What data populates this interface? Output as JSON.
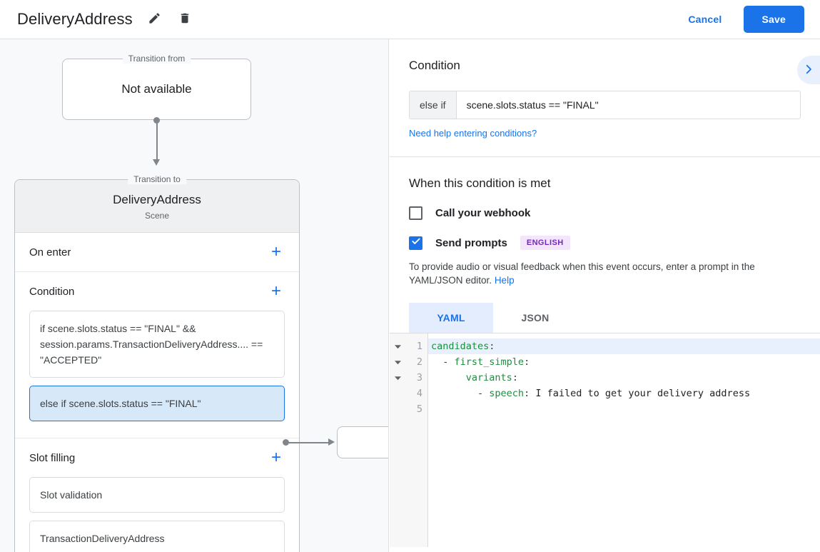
{
  "topbar": {
    "title": "DeliveryAddress",
    "edit_icon": "pencil-icon",
    "delete_icon": "trash-icon",
    "cancel_label": "Cancel",
    "save_label": "Save",
    "accent_color": "#1a73e8"
  },
  "canvas": {
    "transition_from": {
      "legend": "Transition from",
      "value": "Not available"
    },
    "transition_to": {
      "legend": "Transition to",
      "name": "DeliveryAddress",
      "subtitle": "Scene"
    },
    "sections": [
      {
        "title": "On enter",
        "add_label": "+",
        "items": []
      },
      {
        "title": "Condition",
        "add_label": "+",
        "items": [
          {
            "text": "if scene.slots.status == \"FINAL\" && session.params.TransactionDeliveryAddress.... == \"ACCEPTED\"",
            "selected": false
          },
          {
            "text": "else if scene.slots.status == \"FINAL\"",
            "selected": true
          }
        ]
      },
      {
        "title": "Slot filling",
        "add_label": "+",
        "items": [
          {
            "text": "Slot validation",
            "selected": false
          },
          {
            "text": "TransactionDeliveryAddress",
            "selected": false
          }
        ]
      }
    ]
  },
  "panel": {
    "condition": {
      "heading": "Condition",
      "operator": "else if",
      "expression": "scene.slots.status == \"FINAL\"",
      "help_link": "Need help entering conditions?",
      "expand_icon": "chevron-right-icon"
    },
    "when_met": {
      "heading": "When this condition is met",
      "webhook": {
        "label": "Call your webhook",
        "checked": false
      },
      "prompts": {
        "label": "Send prompts",
        "checked": true,
        "badge": "ENGLISH",
        "badge_bg": "#f3e5fc",
        "badge_fg": "#7627bb"
      },
      "description": "To provide audio or visual feedback when this event occurs, enter a prompt in the YAML/JSON editor.",
      "help_link": "Help"
    },
    "editor": {
      "tabs": [
        {
          "label": "YAML",
          "active": true
        },
        {
          "label": "JSON",
          "active": false
        }
      ],
      "lines": [
        {
          "no": "1",
          "fold": true,
          "current": true,
          "indent": 0,
          "key": "candidates",
          "dash": false,
          "value": ""
        },
        {
          "no": "2",
          "fold": true,
          "current": false,
          "indent": 2,
          "key": "first_simple",
          "dash": true,
          "value": ""
        },
        {
          "no": "3",
          "fold": true,
          "current": false,
          "indent": 6,
          "key": "variants",
          "dash": false,
          "value": ""
        },
        {
          "no": "4",
          "fold": false,
          "current": false,
          "indent": 8,
          "key": "speech",
          "dash": true,
          "value": "I failed to get your delivery address"
        },
        {
          "no": "5",
          "fold": false,
          "current": false,
          "indent": 0,
          "key": "",
          "dash": false,
          "value": ""
        }
      ]
    }
  }
}
